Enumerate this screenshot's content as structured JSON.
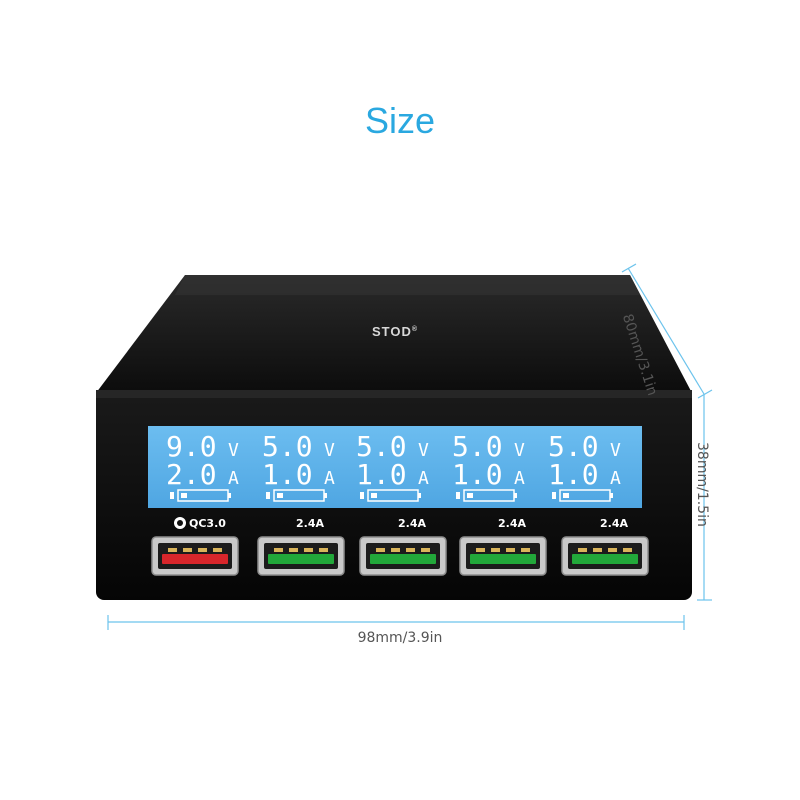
{
  "page": {
    "title": "Size",
    "brand": "STOD",
    "brand_mark": "®"
  },
  "dimensions": {
    "width": "98mm/3.9in",
    "depth": "80mm/3.1in",
    "height": "38mm/1.5in"
  },
  "display": {
    "ports": [
      {
        "voltage": "9.0",
        "voltage_unit": "V",
        "current": "2.0",
        "current_unit": "A"
      },
      {
        "voltage": "5.0",
        "voltage_unit": "V",
        "current": "1.0",
        "current_unit": "A"
      },
      {
        "voltage": "5.0",
        "voltage_unit": "V",
        "current": "1.0",
        "current_unit": "A"
      },
      {
        "voltage": "5.0",
        "voltage_unit": "V",
        "current": "1.0",
        "current_unit": "A"
      },
      {
        "voltage": "5.0",
        "voltage_unit": "V",
        "current": "1.0",
        "current_unit": "A"
      }
    ]
  },
  "usb_ports": [
    {
      "label": "QC3.0",
      "color": "#d8262b"
    },
    {
      "label": "2.4A",
      "color": "#22a83a"
    },
    {
      "label": "2.4A",
      "color": "#22a83a"
    },
    {
      "label": "2.4A",
      "color": "#22a83a"
    },
    {
      "label": "2.4A",
      "color": "#22a83a"
    }
  ],
  "colors": {
    "accent": "#2aa8e0",
    "lcd_background": "#5aafe8",
    "lcd_text": "#ffffff",
    "body": "#111111"
  }
}
